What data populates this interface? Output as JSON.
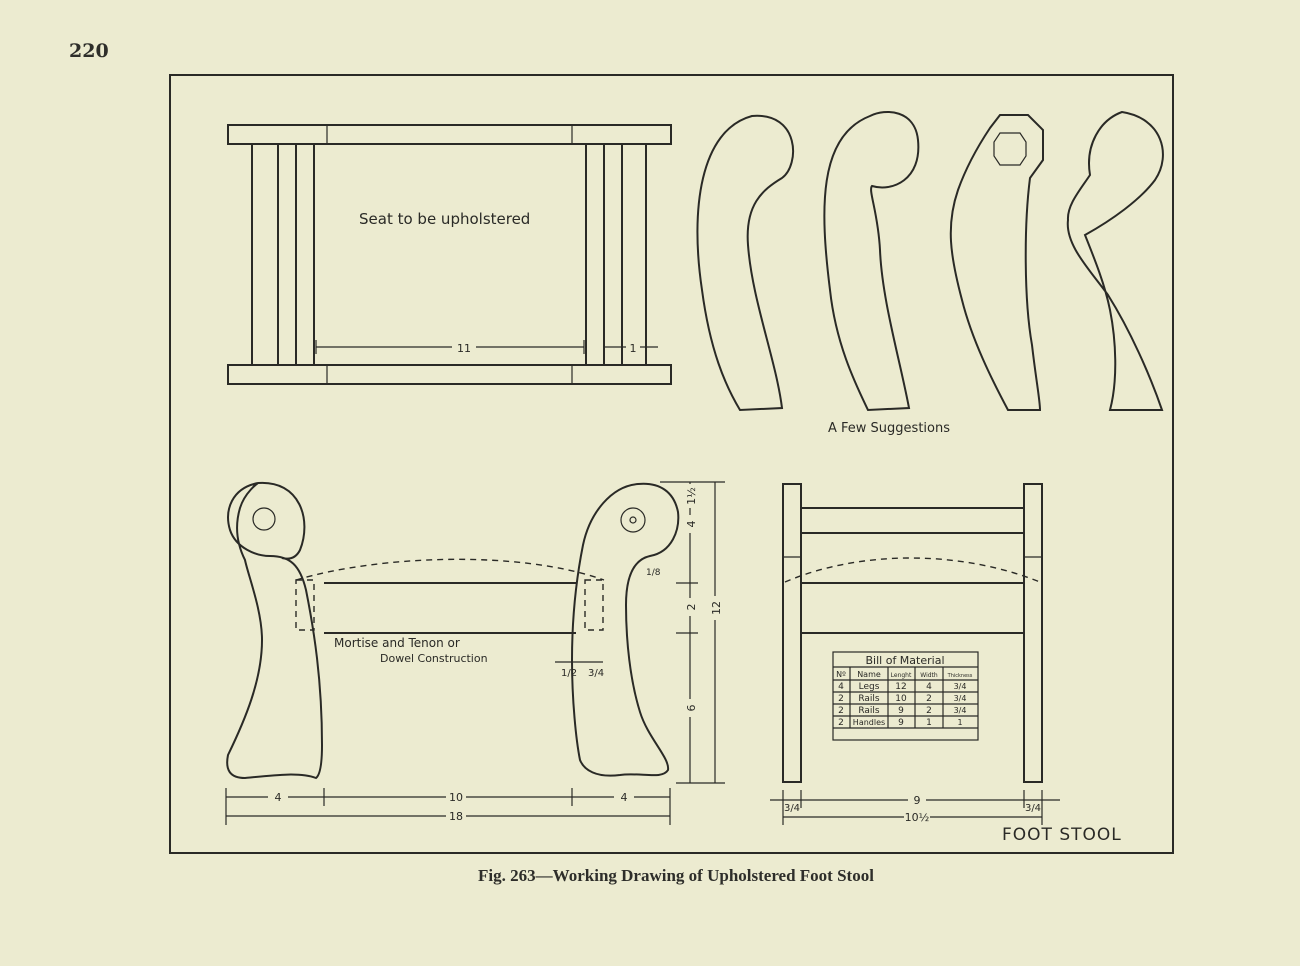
{
  "page_number": "220",
  "caption": "Fig. 263—Working Drawing of Upholstered Foot Stool",
  "top_view": {
    "seat_label": "Seat to be upholstered",
    "dim_inner": "11",
    "dim_leg": "1"
  },
  "suggestions_label": "A Few Suggestions",
  "side_view": {
    "joint_label_1": "Mortise and Tenon or",
    "joint_label_2": "Dowel Construction",
    "dim_left": "4",
    "dim_mid": "10",
    "dim_right": "4",
    "dim_total": "18",
    "dim_top": "1½",
    "dim_head": "4",
    "dim_rail": "2",
    "dim_lower": "6",
    "dim_height": "12",
    "dim_tenon_a": "1/2",
    "dim_tenon_b": "3/4",
    "dim_small": "1/8"
  },
  "end_view": {
    "dim_leg_left": "3/4",
    "dim_between": "9",
    "dim_leg_right": "3/4",
    "dim_total": "10½",
    "title": "FOOT STOOL"
  },
  "bill_of_material": {
    "title": "Bill of Material",
    "headers": [
      "Nº",
      "Name",
      "Lenght",
      "Width",
      "Thickness"
    ],
    "rows": [
      [
        "4",
        "Legs",
        "12",
        "4",
        "3/4"
      ],
      [
        "2",
        "Rails",
        "10",
        "2",
        "3/4"
      ],
      [
        "2",
        "Rails",
        "9",
        "2",
        "3/4"
      ],
      [
        "2",
        "Handles",
        "9",
        "1",
        "1"
      ]
    ]
  }
}
